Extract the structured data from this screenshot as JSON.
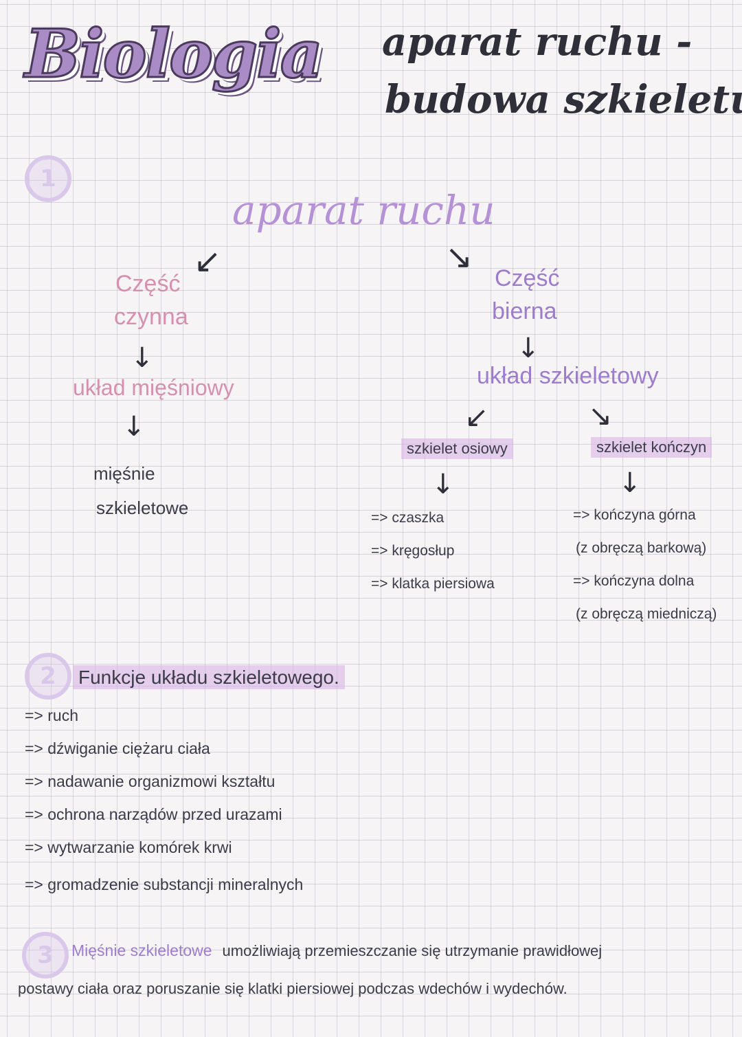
{
  "header": {
    "title": "Biologia",
    "topic_line1": "aparat ruchu -",
    "topic_line2": "budowa szkieletu"
  },
  "section1": {
    "number": "1",
    "root": "aparat ruchu",
    "left": {
      "label_line1": "Część",
      "label_line2": "czynna",
      "system": "układ mięśniowy",
      "result_line1": "mięśnie",
      "result_line2": "szkieletowe"
    },
    "right": {
      "label_line1": "Część",
      "label_line2": "bierna",
      "system": "układ szkieletowy",
      "axial": {
        "title": "szkielet osiowy",
        "items": [
          "=> czaszka",
          "=> kręgosłup",
          "=> klatka piersiowa"
        ]
      },
      "limbs": {
        "title": "szkielet kończyn",
        "items": [
          "=> kończyna górna",
          "(z obręczą barkową)",
          "=> kończyna dolna",
          "(z obręczą miedniczą)"
        ]
      }
    }
  },
  "section2": {
    "number": "2",
    "heading": "Funkcje układu szkieletowego.",
    "items": [
      "=> ruch",
      "=> dźwiganie ciężaru ciała",
      "=> nadawanie organizmowi kształtu",
      "=> ochrona narządów przed urazami",
      "=> wytwarzanie komórek krwi",
      "=> gromadzenie substancji mineralnych"
    ]
  },
  "section3": {
    "number": "3",
    "highlight": "Mięśnie szkieletowe",
    "line1_rest": "umożliwiają przemieszczanie się utrzymanie prawidłowej",
    "line2": "postawy ciała oraz poruszanie się klatki piersiowej podczas wdechów i wydechów."
  },
  "arrows": {
    "down": "↓",
    "down_left": "↙",
    "down_right": "↘"
  }
}
